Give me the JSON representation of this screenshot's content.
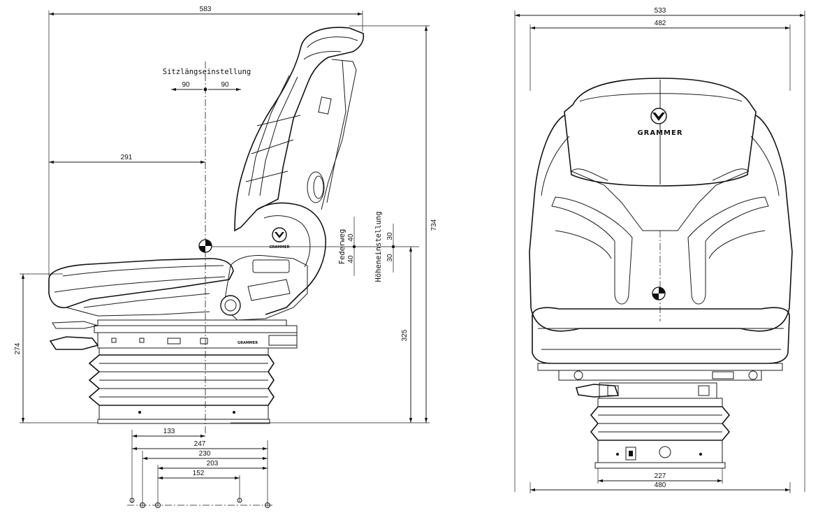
{
  "side_view": {
    "overall_width": "583",
    "overall_height": "734",
    "seat_adjust_label": "Sitzlängseinstellung",
    "seat_adjust_back": "90",
    "seat_adjust_fwd": "90",
    "sip_distance": "291",
    "suspension_label": "Federweg",
    "suspension_up": "40",
    "suspension_down": "40",
    "height_adjust_label": "Höheneinstellung",
    "height_adjust_up": "30",
    "height_adjust_down": "30",
    "seat_height": "274",
    "sip_height": "325",
    "base_dim_1": "133",
    "base_dim_2": "247",
    "base_dim_3": "230",
    "base_dim_4": "203",
    "base_dim_5": "152",
    "brand": "GRAMMER"
  },
  "front_view": {
    "overall_width": "533",
    "backrest_width": "482",
    "base_width": "227",
    "bottom_width": "480",
    "brand": "GRAMMER"
  }
}
